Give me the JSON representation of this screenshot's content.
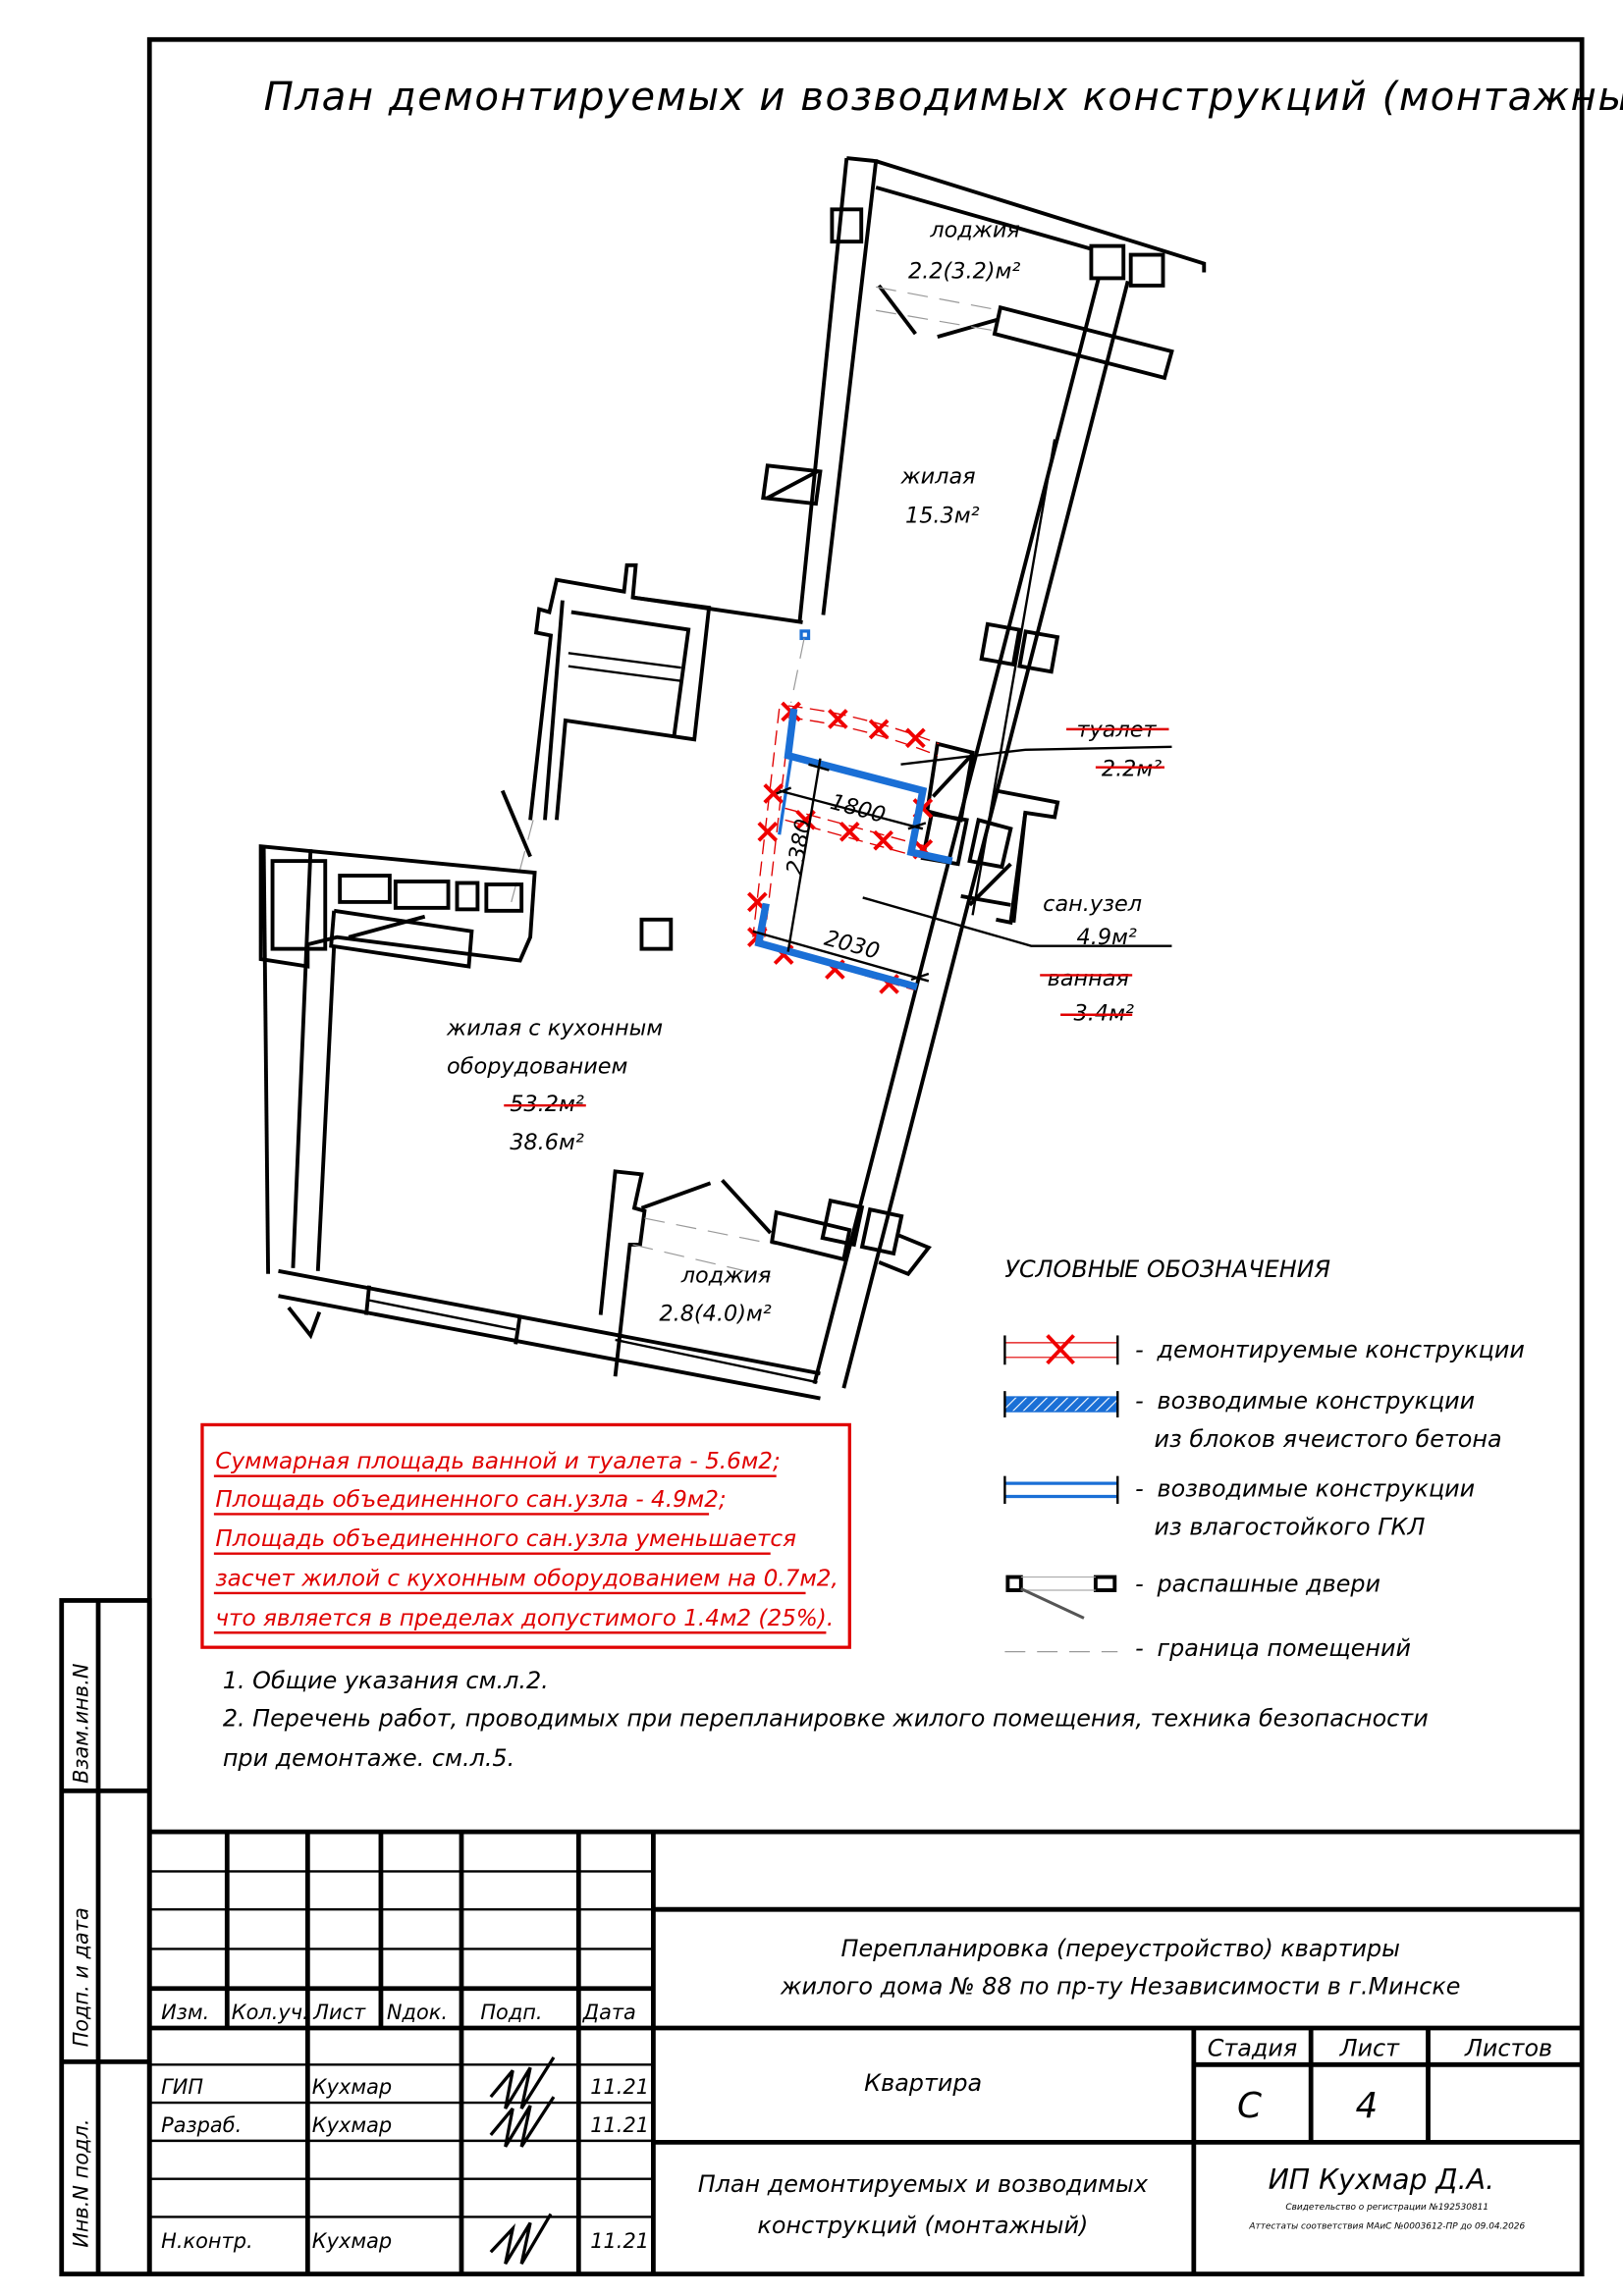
{
  "title": "План демонтируемых и возводимых конструкций (монтажный)",
  "rooms": {
    "loggia_top": {
      "name": "лоджия",
      "area": "2.2(3.2)м²"
    },
    "living": {
      "name": "жилая",
      "area": "15.3м²"
    },
    "toilet": {
      "name": "туалет",
      "area": "2.2м²"
    },
    "sanuzel": {
      "name": "сан.узел",
      "area": "4.9м²"
    },
    "bath": {
      "name": "ванная",
      "area": "3.4м²"
    },
    "kitchen_living": {
      "name_line1": "жилая с кухонным",
      "name_line2": "оборудованием",
      "area_old": "53.2м²",
      "area_new": "38.6м²"
    },
    "loggia_bottom": {
      "name": "лоджия",
      "area": "2.8(4.0)м²"
    }
  },
  "dimensions": {
    "d1": "1800",
    "d2": "2380",
    "d3": "2030"
  },
  "legend": {
    "title": "УСЛОВНЫЕ ОБОЗНАЧЕНИЯ",
    "dash": "-",
    "items": [
      {
        "line1": "демонтируемые конструкции"
      },
      {
        "line1": "возводимые конструкции",
        "line2": "из блоков ячеистого бетона"
      },
      {
        "line1": "возводимые конструкции",
        "line2": "из влагостойкого ГКЛ"
      },
      {
        "line1": "распашные двери"
      },
      {
        "line1": "граница помещений"
      }
    ]
  },
  "red_note": {
    "lines": [
      "Суммарная площадь ванной и туалета - 5.6м2;",
      "Площадь объединенного сан.узла - 4.9м2;",
      "Площадь объединенного сан.узла уменьшается",
      "засчет жилой с кухонным оборудованием на 0.7м2,",
      "что является в пределах допустимого 1.4м2 (25%)."
    ],
    "color": "#e00000"
  },
  "notes": [
    "1. Общие указания см.л.2.",
    "2. Перечень работ, проводимых при перепланировке жилого помещения, техника безопасности",
    "при демонтаже. см.л.5."
  ],
  "side_stamps": [
    "Взам.инв.N",
    "Подп. и дата",
    "Инв.N подл."
  ],
  "title_block": {
    "project_line1": "Перепланировка (переустройство) квартиры",
    "project_line2": "жилого дома № 88 по пр-ту Независимости в г.Минске",
    "object": "Квартира",
    "sheet_title_line1": "План демонтируемых и возводимых",
    "sheet_title_line2": "конструкций (монтажный)",
    "headers": {
      "izm": "Изм.",
      "kol": "Кол.уч.",
      "list": "Лист",
      "ndok": "Nдок.",
      "podp": "Подп.",
      "data": "Дата"
    },
    "stage_header": "Стадия",
    "sheet_header": "Лист",
    "sheets_header": "Листов",
    "stage": "С",
    "sheet": "4",
    "sheets": "",
    "signers": [
      {
        "role": "ГИП",
        "name": "Кухмар",
        "date": "11.21"
      },
      {
        "role": "Разраб.",
        "name": "Кухмар",
        "date": "11.21"
      },
      {
        "role": "Н.контр.",
        "name": "Кухмар",
        "date": "11.21"
      }
    ],
    "company": "ИП Кухмар Д.А.",
    "cert1": "Свидетельство о регистрации №192530811",
    "cert2": "Аттестаты соответствия МАиС №0003612-ПР до 09.04.2026"
  }
}
